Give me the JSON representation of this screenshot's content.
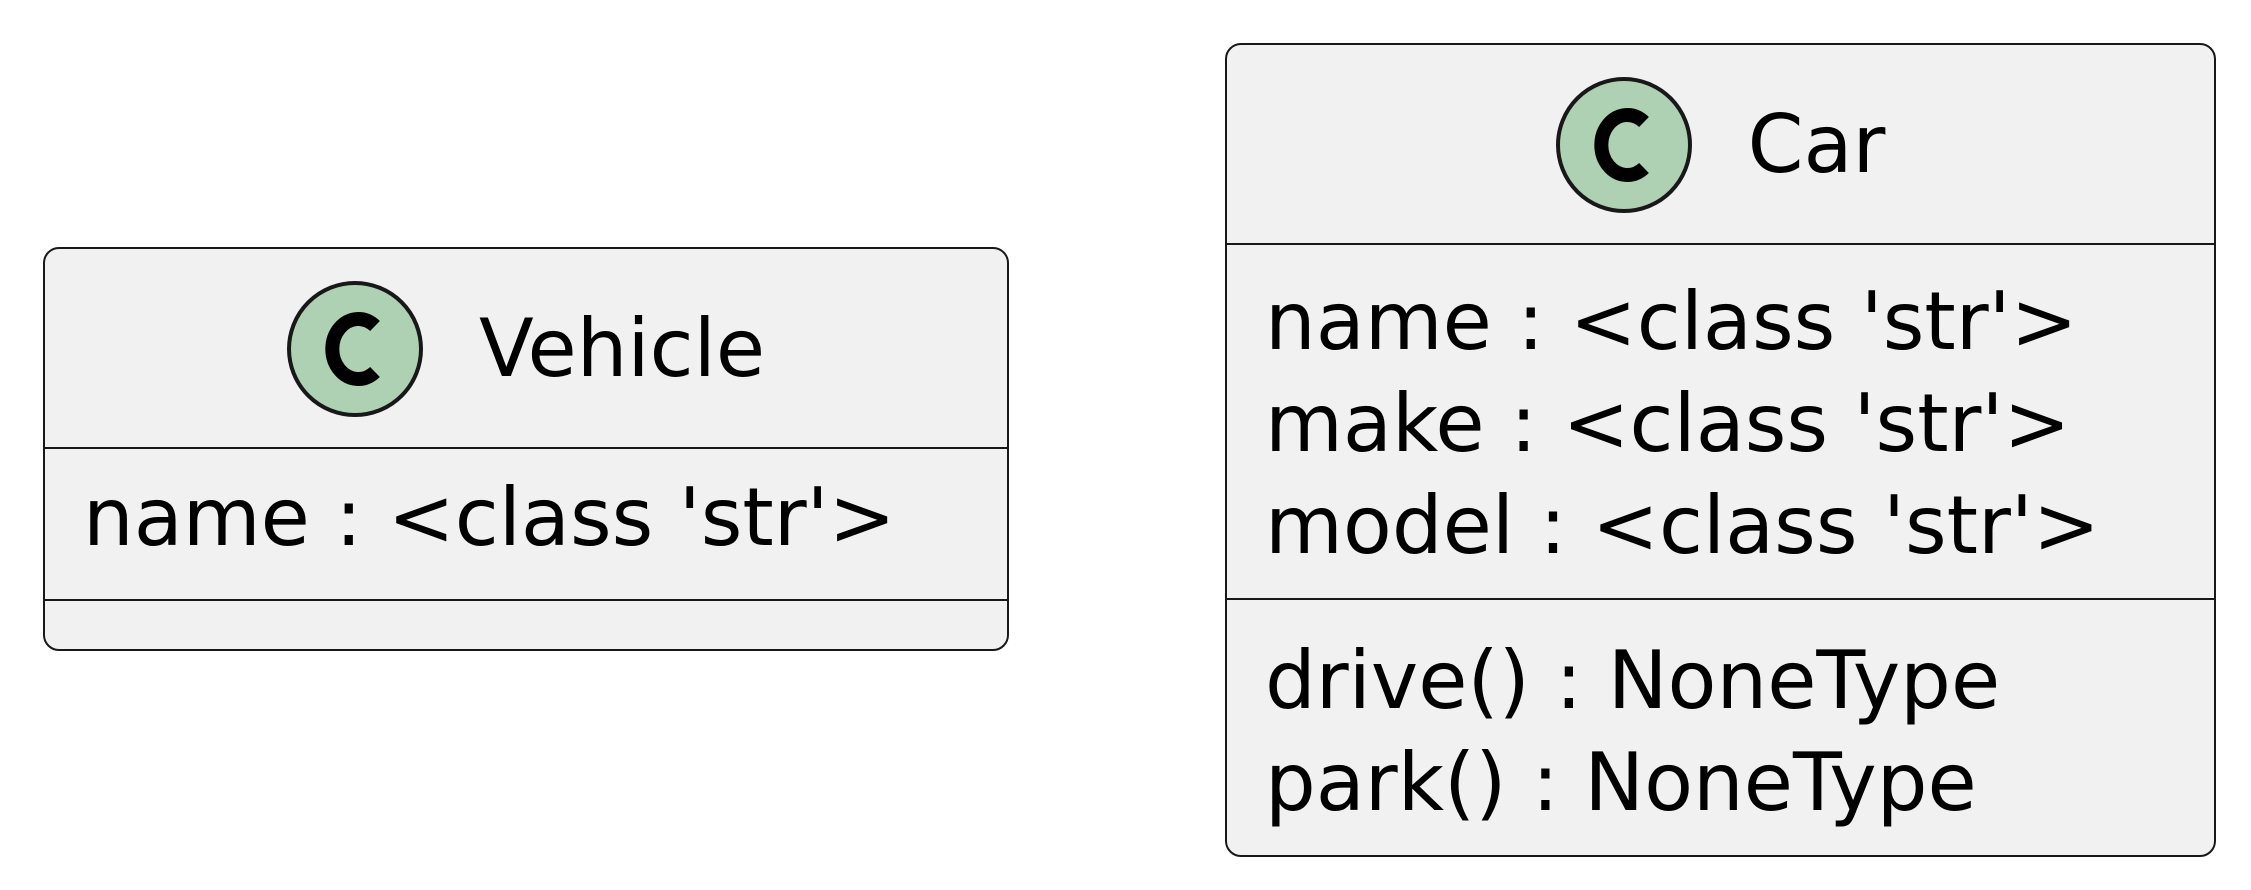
{
  "classes": [
    {
      "name": "Vehicle",
      "fields": [
        "name : <class 'str'>"
      ],
      "methods": []
    },
    {
      "name": "Car",
      "fields": [
        "name : <class 'str'>",
        "make : <class 'str'>",
        "model : <class 'str'>"
      ],
      "methods": [
        "drive() : NoneType",
        "park() : NoneType"
      ]
    }
  ],
  "icon": {
    "glyph": "C",
    "fill": "#add1b2",
    "stroke": "#181818"
  },
  "colors": {
    "box_fill": "#f1f1f1",
    "border": "#181818",
    "text": "#000000"
  }
}
